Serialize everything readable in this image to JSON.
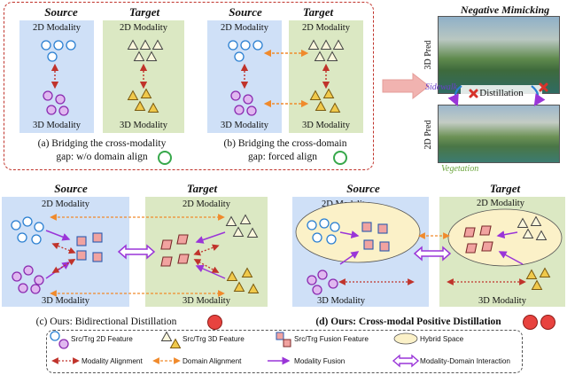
{
  "source_label": "Source",
  "target_label": "Target",
  "modality_2d": "2D Modality",
  "modality_3d": "3D Modality",
  "captions": {
    "a_line1": "(a) Bridging the cross-modality",
    "a_line2": "gap: w/o domain align",
    "b_line1": "(b) Bridging the cross-domain",
    "b_line2": "gap: forced align",
    "c": "(c) Ours: Bidirectional Distillation",
    "d": "(d) Ours: Cross-modal Positive Distillation"
  },
  "negative": {
    "title": "Negative Mimicking",
    "pred_3d": "3D Pred",
    "pred_2d": "2D Pred",
    "sidewalk": "Sidewalk",
    "distillation": "Distillation",
    "vegetation": "Vegetation"
  },
  "legend": {
    "src_trg_2d": "Src/Trg 2D Feature",
    "src_trg_3d": "Src/Trg 3D Feature",
    "src_trg_fusion": "Src/Trg Fusion Feature",
    "hybrid_space": "Hybrid Space",
    "modality_alignment": "Modality Alignment",
    "domain_alignment": "Domain Alignment",
    "modality_fusion": "Modality Fusion",
    "modality_domain_interaction": "Modality-Domain Interaction"
  },
  "colors": {
    "source_panel": "#cfe0f7",
    "target_panel": "#dbe8c3",
    "circle_2d_fill": "#ffffff",
    "circle_2d_stroke": "#2a7fd1",
    "circle_3d_fill": "#e0b8f0",
    "circle_3d_stroke": "#8a2bb0",
    "triangle_2d_fill": "#fbf7dc",
    "triangle_3d_fill": "#f0c94b",
    "fusion_fill": "#f1a3a0",
    "modality_align": "#c0332b",
    "domain_align": "#f08a2c",
    "fusion_arrow": "#9a35d8",
    "interaction_arrow": "#9a35d8",
    "frame_red": "#c0332b"
  }
}
